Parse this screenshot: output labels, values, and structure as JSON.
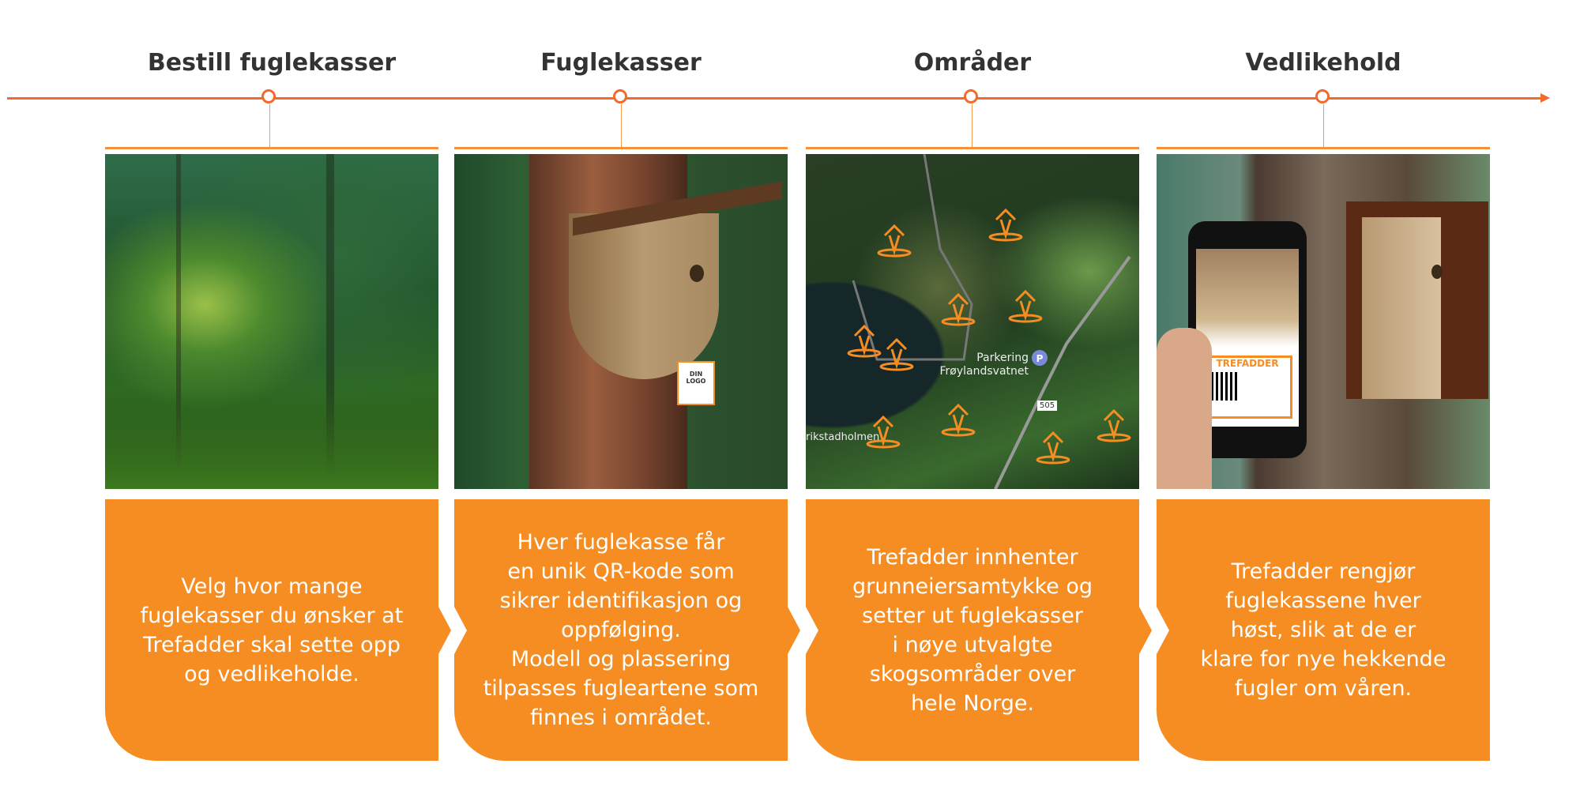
{
  "colors": {
    "accent": "#f58d22",
    "line": "#f26a2c",
    "title": "#333333"
  },
  "steps": [
    {
      "title": "Bestill fuglekasser",
      "text": "Velg hvor mange\nfuglekasser du ønsker at\nTrefadder skal sette opp\nog vedlikeholde.",
      "image": "forest-photo"
    },
    {
      "title": "Fuglekasser",
      "text": "Hver fuglekasse får\nen unik QR-kode som\nsikrer identifikasjon og\noppfølging.\nModell og plassering\ntilpasses fugleartene som\nfinnes i området.",
      "image": "birdhouse-on-tree-photo",
      "logo_label": "DIN LOGO"
    },
    {
      "title": "Områder",
      "text": "Trefadder innhenter\ngrunneiersamtykke og\nsetter ut fuglekasser\ni nøye utvalgte\nskogsområder over\nhele Norge.",
      "image": "satellite-map",
      "map_labels": {
        "parking": "Parkering\nFrøylandsvatnet",
        "road": "505",
        "place": "rikstadholmen"
      }
    },
    {
      "title": "Vedlikehold",
      "text": "Trefadder rengjør\nfuglekassene hver\nhøst, slik at de er\nklare for nye hekkende\nfugler om våren.",
      "image": "phone-scanning-birdhouse-photo",
      "brand": "TREFADDER"
    }
  ]
}
